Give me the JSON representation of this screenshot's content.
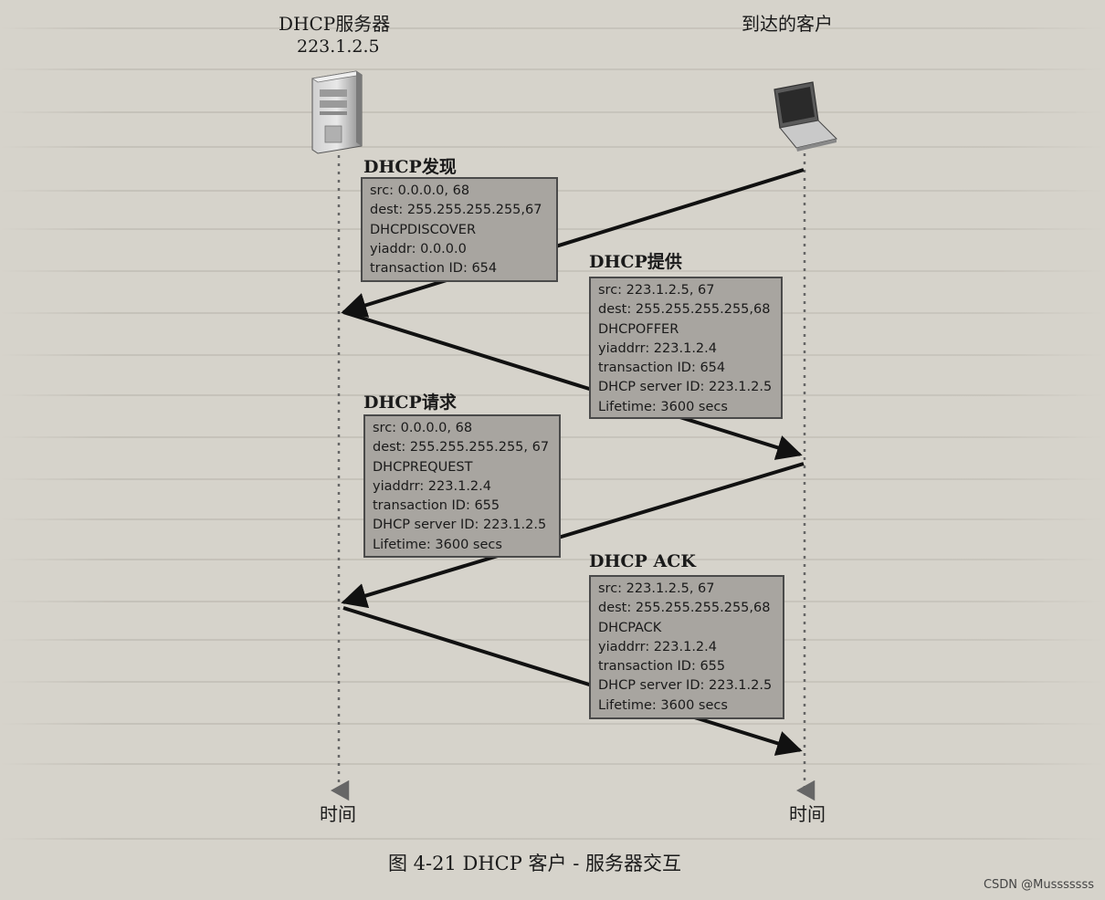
{
  "server": {
    "title": "DHCP服务器",
    "ip": "223.1.2.5"
  },
  "client": {
    "title": "到达的客户"
  },
  "timeline": {
    "left_label": "时间",
    "right_label": "时间"
  },
  "messages": [
    {
      "title": "DHCP发现",
      "lines": [
        "src: 0.0.0.0, 68",
        "dest: 255.255.255.255,67",
        "DHCPDISCOVER",
        "yiaddr: 0.0.0.0",
        "transaction ID: 654"
      ]
    },
    {
      "title": "DHCP提供",
      "lines": [
        "src: 223.1.2.5, 67",
        "dest: 255.255.255.255,68",
        "DHCPOFFER",
        "yiaddrr: 223.1.2.4",
        "transaction ID: 654",
        "DHCP server ID: 223.1.2.5",
        "Lifetime: 3600 secs"
      ]
    },
    {
      "title": "DHCP请求",
      "lines": [
        "src: 0.0.0.0, 68",
        "dest: 255.255.255.255, 67",
        "DHCPREQUEST",
        "yiaddrr: 223.1.2.4",
        "transaction ID: 655",
        "DHCP server ID: 223.1.2.5",
        "Lifetime: 3600 secs"
      ]
    },
    {
      "title": "DHCP ACK",
      "lines": [
        "src: 223.1.2.5, 67",
        "dest: 255.255.255.255,68",
        "DHCPACK",
        "yiaddrr: 223.1.2.4",
        "transaction ID: 655",
        "DHCP server ID: 223.1.2.5",
        "Lifetime: 3600 secs"
      ]
    }
  ],
  "caption": "图 4-21   DHCP 客户 - 服务器交互",
  "watermark": "CSDN @Musssssss"
}
